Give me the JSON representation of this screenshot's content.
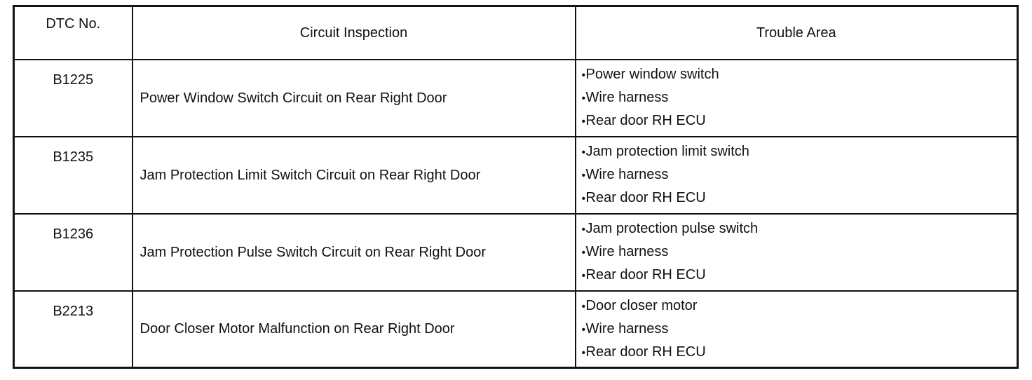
{
  "table": {
    "headers": {
      "dtc": "DTC No.",
      "inspection": "Circuit Inspection",
      "trouble": "Trouble Area"
    },
    "bullet": "•",
    "rows": [
      {
        "dtc": "B1225",
        "inspection": "Power Window Switch Circuit on Rear Right Door",
        "trouble": [
          "Power window switch",
          "Wire harness",
          "Rear door RH ECU"
        ]
      },
      {
        "dtc": "B1235",
        "inspection": "Jam Protection Limit Switch Circuit on Rear Right Door",
        "trouble": [
          "Jam protection limit switch",
          "Wire harness",
          "Rear door RH ECU"
        ]
      },
      {
        "dtc": "B1236",
        "inspection": "Jam Protection Pulse Switch Circuit on Rear Right Door",
        "trouble": [
          "Jam protection pulse switch",
          "Wire harness",
          "Rear door RH ECU"
        ]
      },
      {
        "dtc": "B2213",
        "inspection": "Door Closer Motor Malfunction on Rear Right Door",
        "trouble": [
          "Door closer motor",
          "Wire harness",
          "Rear door RH ECU"
        ]
      }
    ]
  }
}
